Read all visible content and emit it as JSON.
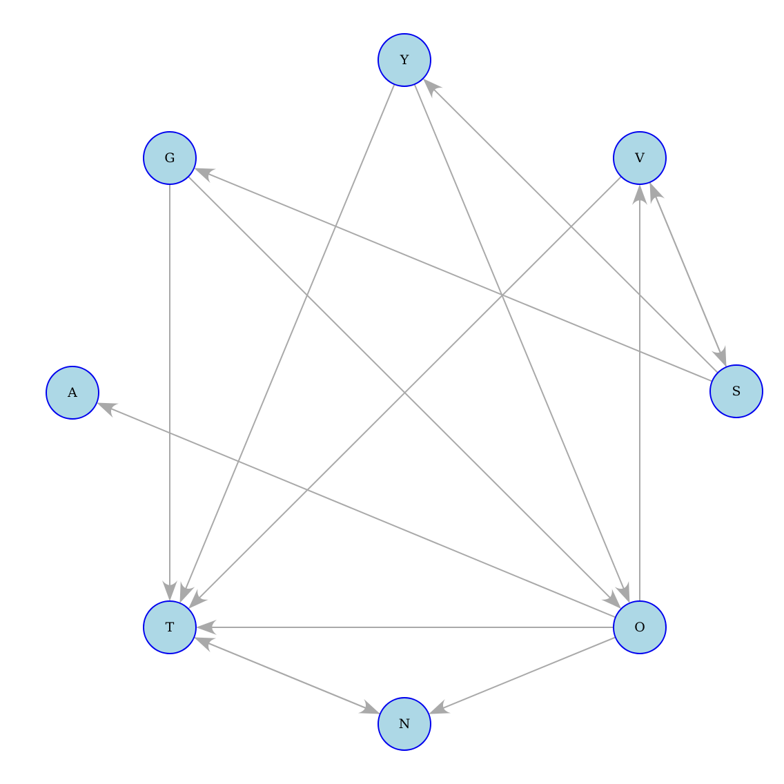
{
  "graph": {
    "directed": true,
    "nodes": [
      {
        "id": "Y",
        "label": "Y"
      },
      {
        "id": "G",
        "label": "G"
      },
      {
        "id": "V",
        "label": "V"
      },
      {
        "id": "A",
        "label": "A"
      },
      {
        "id": "S",
        "label": "S"
      },
      {
        "id": "T",
        "label": "T"
      },
      {
        "id": "O",
        "label": "O"
      },
      {
        "id": "N",
        "label": "N"
      }
    ],
    "edges": [
      {
        "from": "Y",
        "to": "T"
      },
      {
        "from": "Y",
        "to": "O"
      },
      {
        "from": "G",
        "to": "T"
      },
      {
        "from": "G",
        "to": "O"
      },
      {
        "from": "V",
        "to": "T"
      },
      {
        "from": "V",
        "to": "S"
      },
      {
        "from": "S",
        "to": "V"
      },
      {
        "from": "S",
        "to": "Y"
      },
      {
        "from": "S",
        "to": "G"
      },
      {
        "from": "O",
        "to": "V"
      },
      {
        "from": "O",
        "to": "A"
      },
      {
        "from": "O",
        "to": "T"
      },
      {
        "from": "O",
        "to": "N"
      },
      {
        "from": "T",
        "to": "N"
      },
      {
        "from": "N",
        "to": "T"
      }
    ]
  },
  "colors": {
    "node_fill": "#add8e6",
    "node_border": "#0000ee",
    "edge": "#a9a9a9",
    "label": "#000000"
  }
}
